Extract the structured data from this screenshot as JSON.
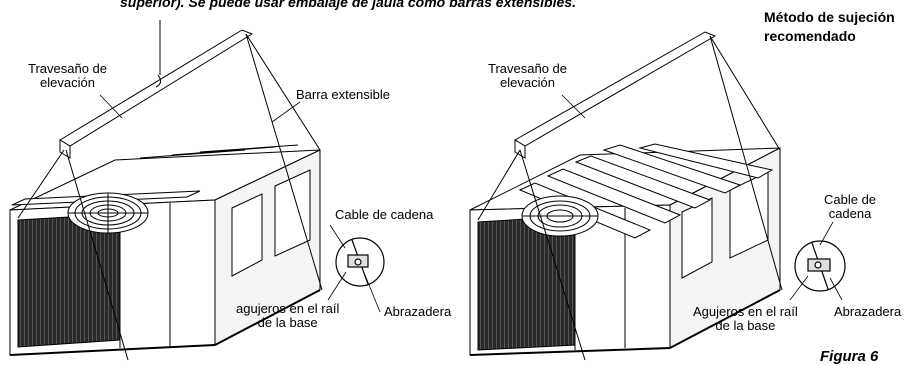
{
  "header": {
    "caption_fragment": "superior). Se puede usar embalaje de jaula como barras extensibles.",
    "method_title_line1": "Método de sujeción",
    "method_title_line2": "recomendado",
    "figure_caption": "Figura 6"
  },
  "left_unit": {
    "lifting_beam_line1": "Travesaño de",
    "lifting_beam_line2": "elevación",
    "spreader_bar": "Barra extensible",
    "chain_cable": "Cable de cadena",
    "base_rail_holes_line1": "agujeros en el raíl",
    "base_rail_holes_line2": "de la base",
    "clamp": "Abrazadera"
  },
  "right_unit": {
    "lifting_beam_line1": "Travesaño de",
    "lifting_beam_line2": "elevación",
    "chain_cable_line1": "Cable de",
    "chain_cable_line2": "cadena",
    "base_rail_holes_line1": "Agujeros en el raíl",
    "base_rail_holes_line2": "de la base",
    "clamp": "Abrazadera"
  },
  "colors": {
    "line": "#000000",
    "fill": "#ffffff",
    "coil": "#1a1a1a",
    "shade": "#d9d9d9"
  }
}
